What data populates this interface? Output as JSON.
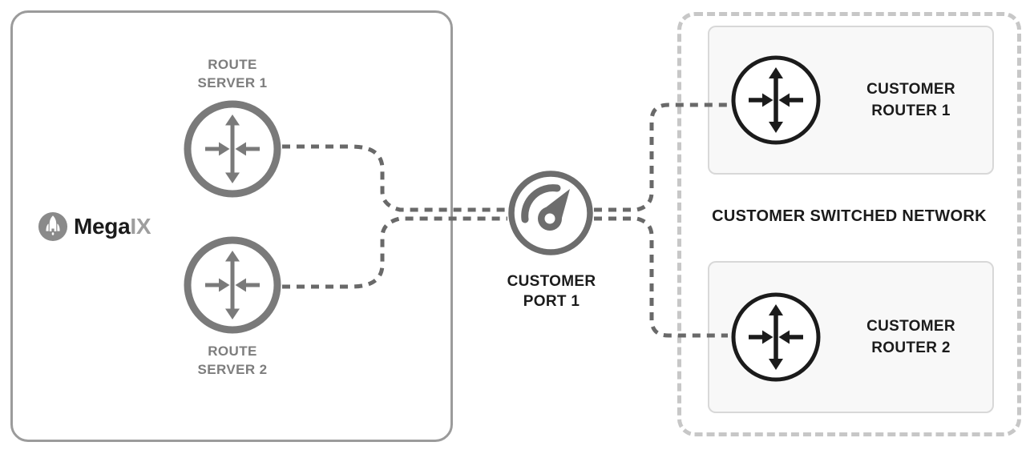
{
  "diagram": {
    "exchange": {
      "logo": {
        "brand_bold": "Mega",
        "brand_light": "IX"
      },
      "route_servers": [
        {
          "label_line1": "ROUTE",
          "label_line2": "SERVER 1"
        },
        {
          "label_line1": "ROUTE",
          "label_line2": "SERVER 2"
        }
      ]
    },
    "port": {
      "label_line1": "CUSTOMER",
      "label_line2": "PORT 1"
    },
    "customer_network": {
      "title": "CUSTOMER SWITCHED NETWORK",
      "routers": [
        {
          "label_line1": "CUSTOMER",
          "label_line2": "ROUTER 1"
        },
        {
          "label_line1": "CUSTOMER",
          "label_line2": "ROUTER 2"
        }
      ]
    },
    "colors": {
      "exchange_border": "#9b9b9b",
      "route_server_gray": "#7a7a7a",
      "connector_gray": "#696969",
      "network_border_gray": "#c7c7c7",
      "card_background": "#f8f8f8",
      "card_border": "#d8d8d8",
      "router_black": "#1b1b1b",
      "label_gray": "#7d7d7d",
      "logo_circle_gray": "#8a8a8a",
      "logo_ix_gray": "#9e9e9e"
    }
  }
}
